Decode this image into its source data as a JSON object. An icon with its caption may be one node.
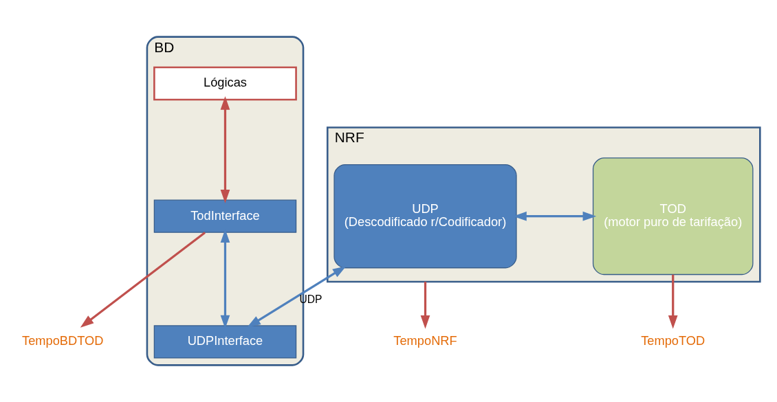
{
  "diagram": {
    "nodes": [
      {
        "text": [
          "BD"
        ]
      },
      {
        "text": [
          "Lógicas"
        ],
        "in": 0
      },
      {
        "text": [
          "TodInterface"
        ],
        "in": 0
      },
      {
        "text": [
          "UDPInterface"
        ],
        "in": 0
      },
      {
        "text": [
          "NRF"
        ]
      },
      {
        "text": [
          "UDP",
          "(Descodificado r/Codificador)"
        ],
        "in": 4
      },
      {
        "text": [
          "TOD",
          "(motor puro de tarifação)"
        ],
        "in": 4
      },
      {
        "text": [
          "TempoNRF"
        ]
      },
      {
        "text": [
          "TempoBDTOD"
        ]
      },
      {
        "text": [
          "TempoTOD"
        ]
      }
    ],
    "edges": [
      {
        "from": 1,
        "to": 2,
        "arrow": "both"
      },
      {
        "from": 2,
        "to": 3,
        "arrow": "both",
        "color": "#4f81bd"
      },
      {
        "from": 5,
        "to": 3,
        "arrow": "both",
        "label": "UDP",
        "color": "#4f81bd"
      },
      {
        "from": 5,
        "to": 6,
        "arrow": "both",
        "color": "#4f81bd"
      },
      {
        "from": 4,
        "to": 7,
        "arrow": "to"
      },
      {
        "from": 2,
        "to": 8,
        "arrow": "to"
      },
      {
        "from": 6,
        "to": 9,
        "arrow": "to"
      }
    ]
  }
}
